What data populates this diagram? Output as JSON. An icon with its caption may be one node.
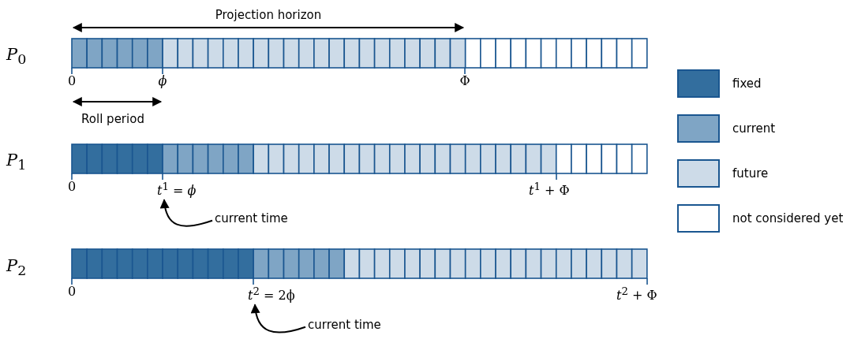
{
  "diagram": {
    "nodes": [
      {
        "text": [
          "*t*$^{1}$ = *ϕ*"
        ]
      },
      {
        "text": [
          "current time"
        ]
      },
      {
        "text": [
          "*t*$^{2}$ = 2ϕ"
        ]
      },
      {
        "text": [
          "current time"
        ]
      }
    ],
    "edges": [
      {
        "from": 1,
        "to": 0,
        "arrow": "to"
      },
      {
        "from": 3,
        "to": 2,
        "arrow": "to"
      }
    ],
    "labels": [
      "Projection horizon",
      "*P*$_{0}$",
      "0",
      "*ϕ*",
      "Φ",
      "Roll period",
      "*P*$_{1}$",
      "0",
      "*t*$^{1}$ + Φ",
      "*P*$_{2}$",
      "0",
      "*t*$^{2}$ + Φ"
    ],
    "legend": [
      {
        "text": "fixed",
        "color": "#336e9e"
      },
      {
        "text": "current",
        "color": "#7fa5c5"
      },
      {
        "text": "future",
        "color": "#cddbe8"
      },
      {
        "text": "not considered yet",
        "color": "#ffffff"
      }
    ]
  }
}
